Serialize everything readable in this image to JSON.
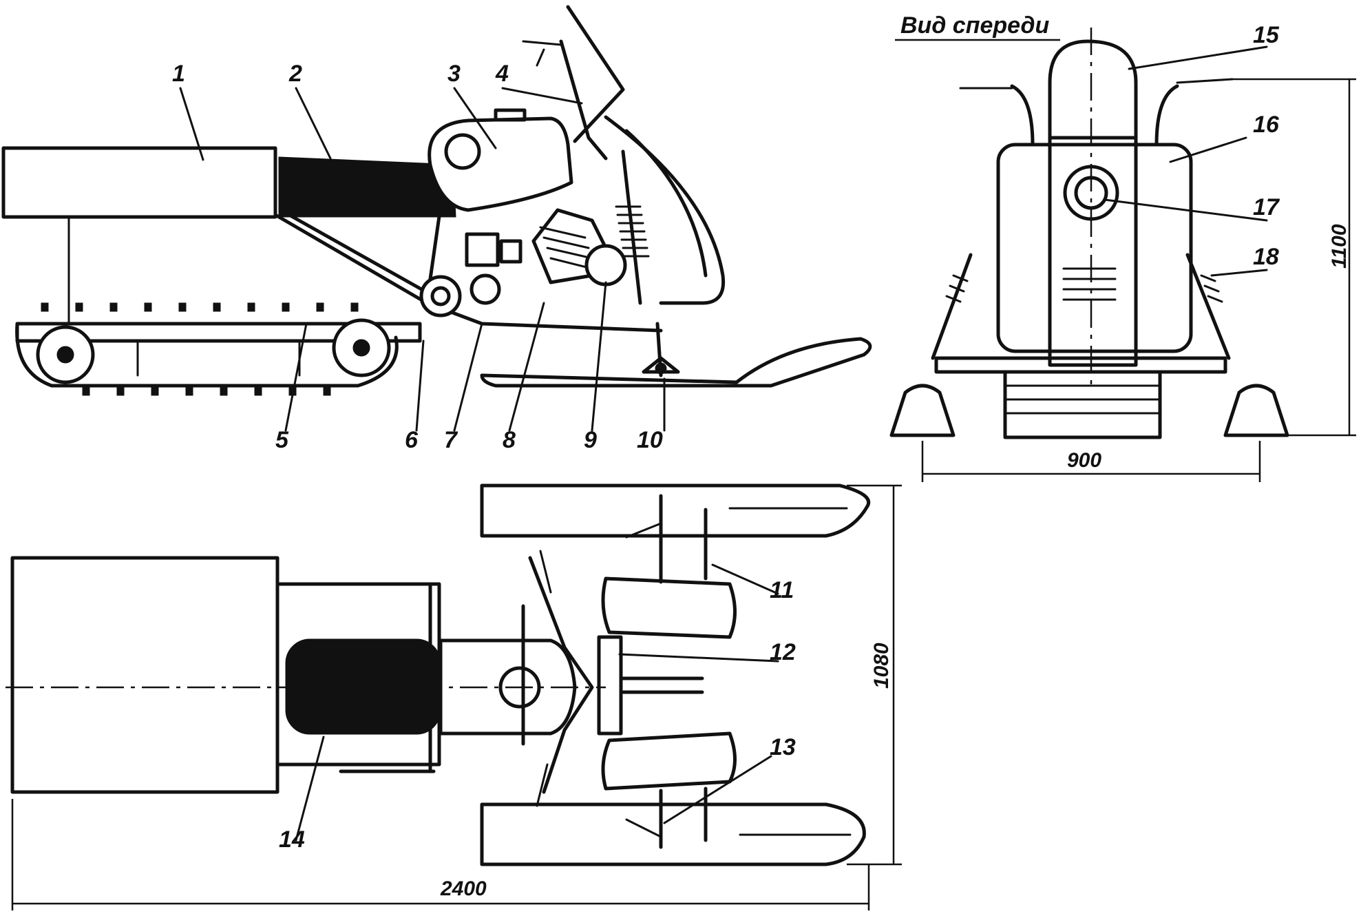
{
  "front_view_title": "Вид спереди",
  "callouts": [
    "1",
    "2",
    "3",
    "4",
    "5",
    "6",
    "7",
    "8",
    "9",
    "10",
    "11",
    "12",
    "13",
    "14",
    "15",
    "16",
    "17",
    "18"
  ],
  "dimensions": {
    "height": "1100",
    "front_width": "900",
    "top_width": "1080",
    "length": "2400"
  }
}
